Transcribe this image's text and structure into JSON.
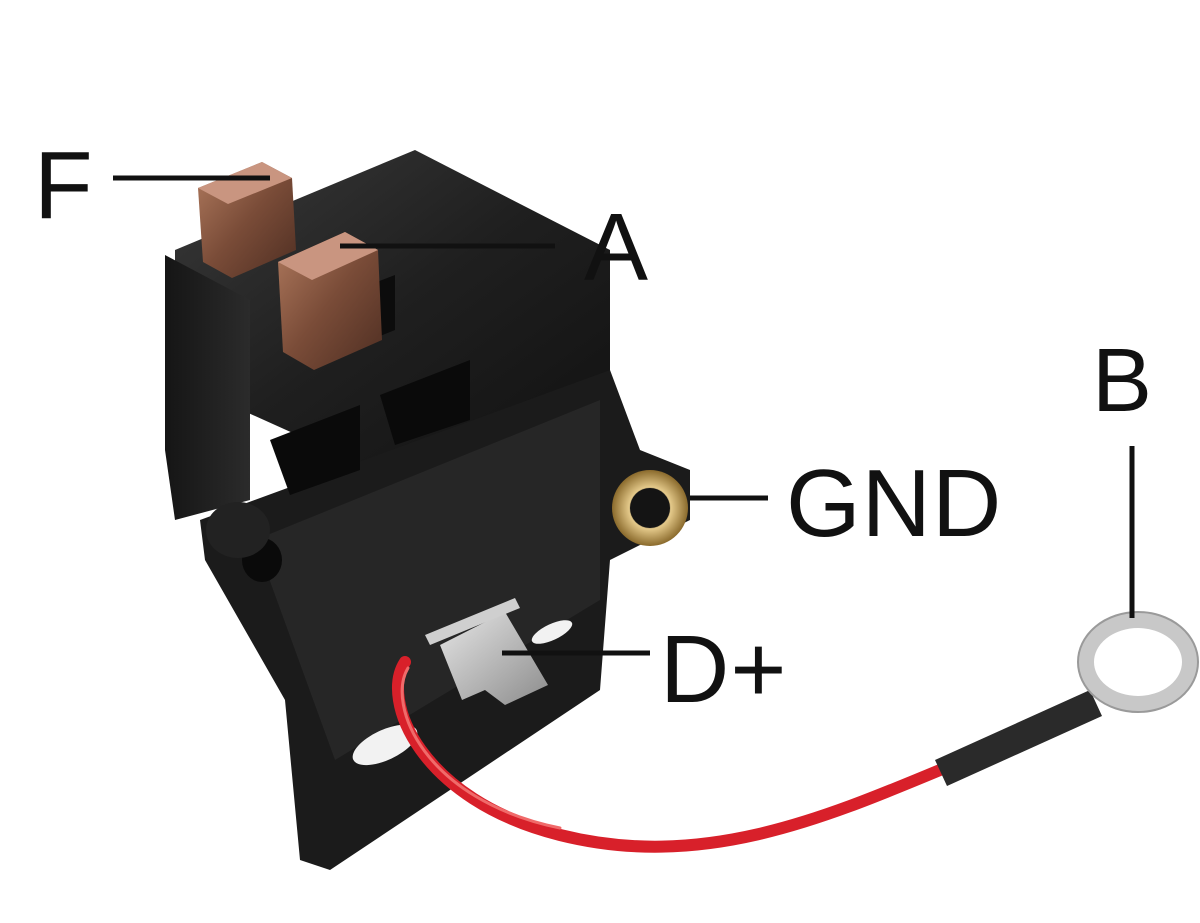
{
  "labels": {
    "f": "F",
    "a": "A",
    "b": "B",
    "gnd": "GND",
    "d_plus": "D+"
  },
  "colors": {
    "housing": "#1e1e1e",
    "brush": "#8a5a44",
    "wire": "#d8202a",
    "brass": "#b8924a",
    "leader": "#111111"
  }
}
